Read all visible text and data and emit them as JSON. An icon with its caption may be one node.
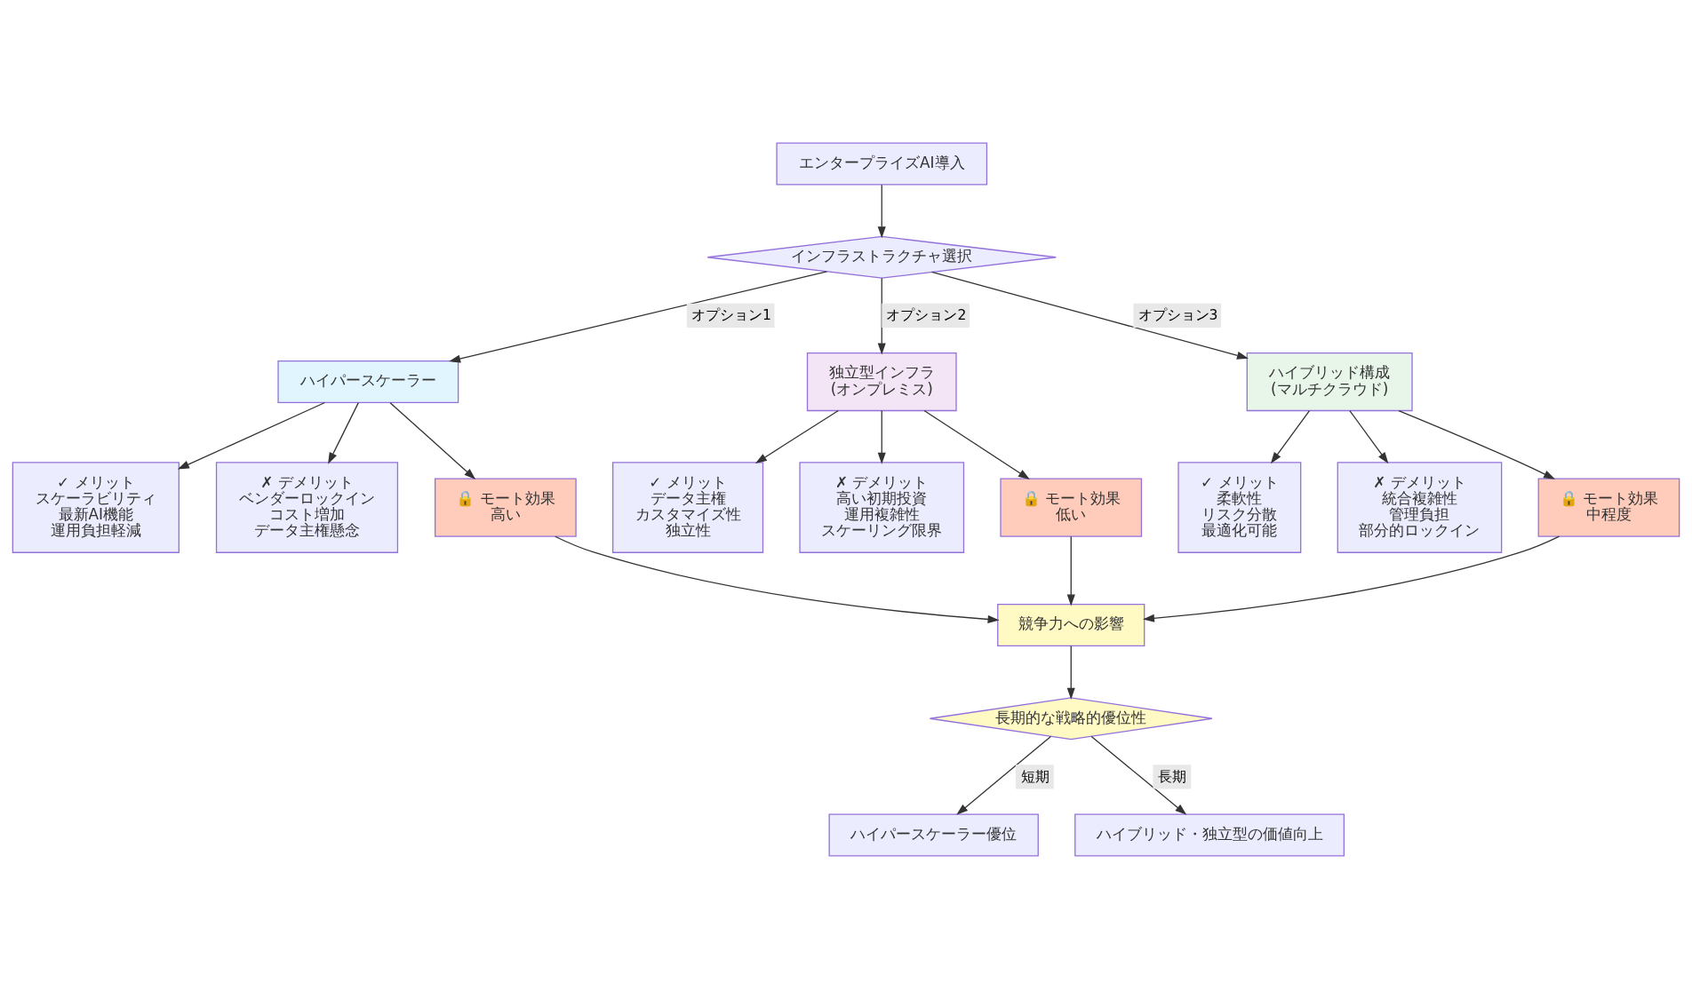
{
  "diagram": {
    "nodes": [
      {
        "text": [
          "エンタープライズAI導入"
        ]
      },
      {
        "text": [
          "インフラストラクチャ選択"
        ]
      },
      {
        "text": [
          "ハイパースケーラー"
        ]
      },
      {
        "text": [
          "独立型インフラ",
          "(オンプレミス)"
        ]
      },
      {
        "text": [
          "ハイブリッド構成",
          "(マルチクラウド)"
        ]
      },
      {
        "text": [
          "✓ メリット",
          "スケーラビリティ",
          "最新AI機能",
          "運用負担軽減"
        ]
      },
      {
        "text": [
          "✗ デメリット",
          "ベンダーロックイン",
          "コスト増加",
          "データ主権懸念"
        ]
      },
      {
        "text": [
          "🔒 モート効果",
          "高い"
        ]
      },
      {
        "text": [
          "✓ メリット",
          "データ主権",
          "カスタマイズ性",
          "独立性"
        ]
      },
      {
        "text": [
          "✗ デメリット",
          "高い初期投資",
          "運用複雑性",
          "スケーリング限界"
        ]
      },
      {
        "text": [
          "🔒 モート効果",
          "低い"
        ]
      },
      {
        "text": [
          "✓ メリット",
          "柔軟性",
          "リスク分散",
          "最適化可能"
        ]
      },
      {
        "text": [
          "✗ デメリット",
          "統合複雑性",
          "管理負担",
          "部分的ロックイン"
        ]
      },
      {
        "text": [
          "🔒 モート効果",
          "中程度"
        ]
      },
      {
        "text": [
          "競争力への影響"
        ]
      },
      {
        "text": [
          "長期的な戦略的優位性"
        ]
      },
      {
        "text": [
          "ハイパースケーラー優位"
        ]
      },
      {
        "text": [
          "ハイブリッド・独立型の価値向上"
        ]
      }
    ],
    "edges": [
      {
        "from": 0,
        "to": 1,
        "arrow": "to"
      },
      {
        "from": 1,
        "to": 2,
        "arrow": "to",
        "label": "オプション1"
      },
      {
        "from": 1,
        "to": 3,
        "arrow": "to",
        "label": "オプション2"
      },
      {
        "from": 1,
        "to": 4,
        "arrow": "to",
        "label": "オプション3"
      },
      {
        "from": 2,
        "to": 5,
        "arrow": "to"
      },
      {
        "from": 2,
        "to": 6,
        "arrow": "to"
      },
      {
        "from": 2,
        "to": 7,
        "arrow": "to"
      },
      {
        "from": 3,
        "to": 8,
        "arrow": "to"
      },
      {
        "from": 3,
        "to": 9,
        "arrow": "to"
      },
      {
        "from": 3,
        "to": 10,
        "arrow": "to"
      },
      {
        "from": 4,
        "to": 11,
        "arrow": "to"
      },
      {
        "from": 4,
        "to": 12,
        "arrow": "to"
      },
      {
        "from": 4,
        "to": 13,
        "arrow": "to"
      },
      {
        "from": 7,
        "to": 14,
        "arrow": "to"
      },
      {
        "from": 10,
        "to": 14,
        "arrow": "to"
      },
      {
        "from": 13,
        "to": 14,
        "arrow": "to"
      },
      {
        "from": 14,
        "to": 15,
        "arrow": "to"
      },
      {
        "from": 15,
        "to": 16,
        "arrow": "to",
        "label": "短期"
      },
      {
        "from": 15,
        "to": 17,
        "arrow": "to",
        "label": "長期"
      }
    ]
  }
}
